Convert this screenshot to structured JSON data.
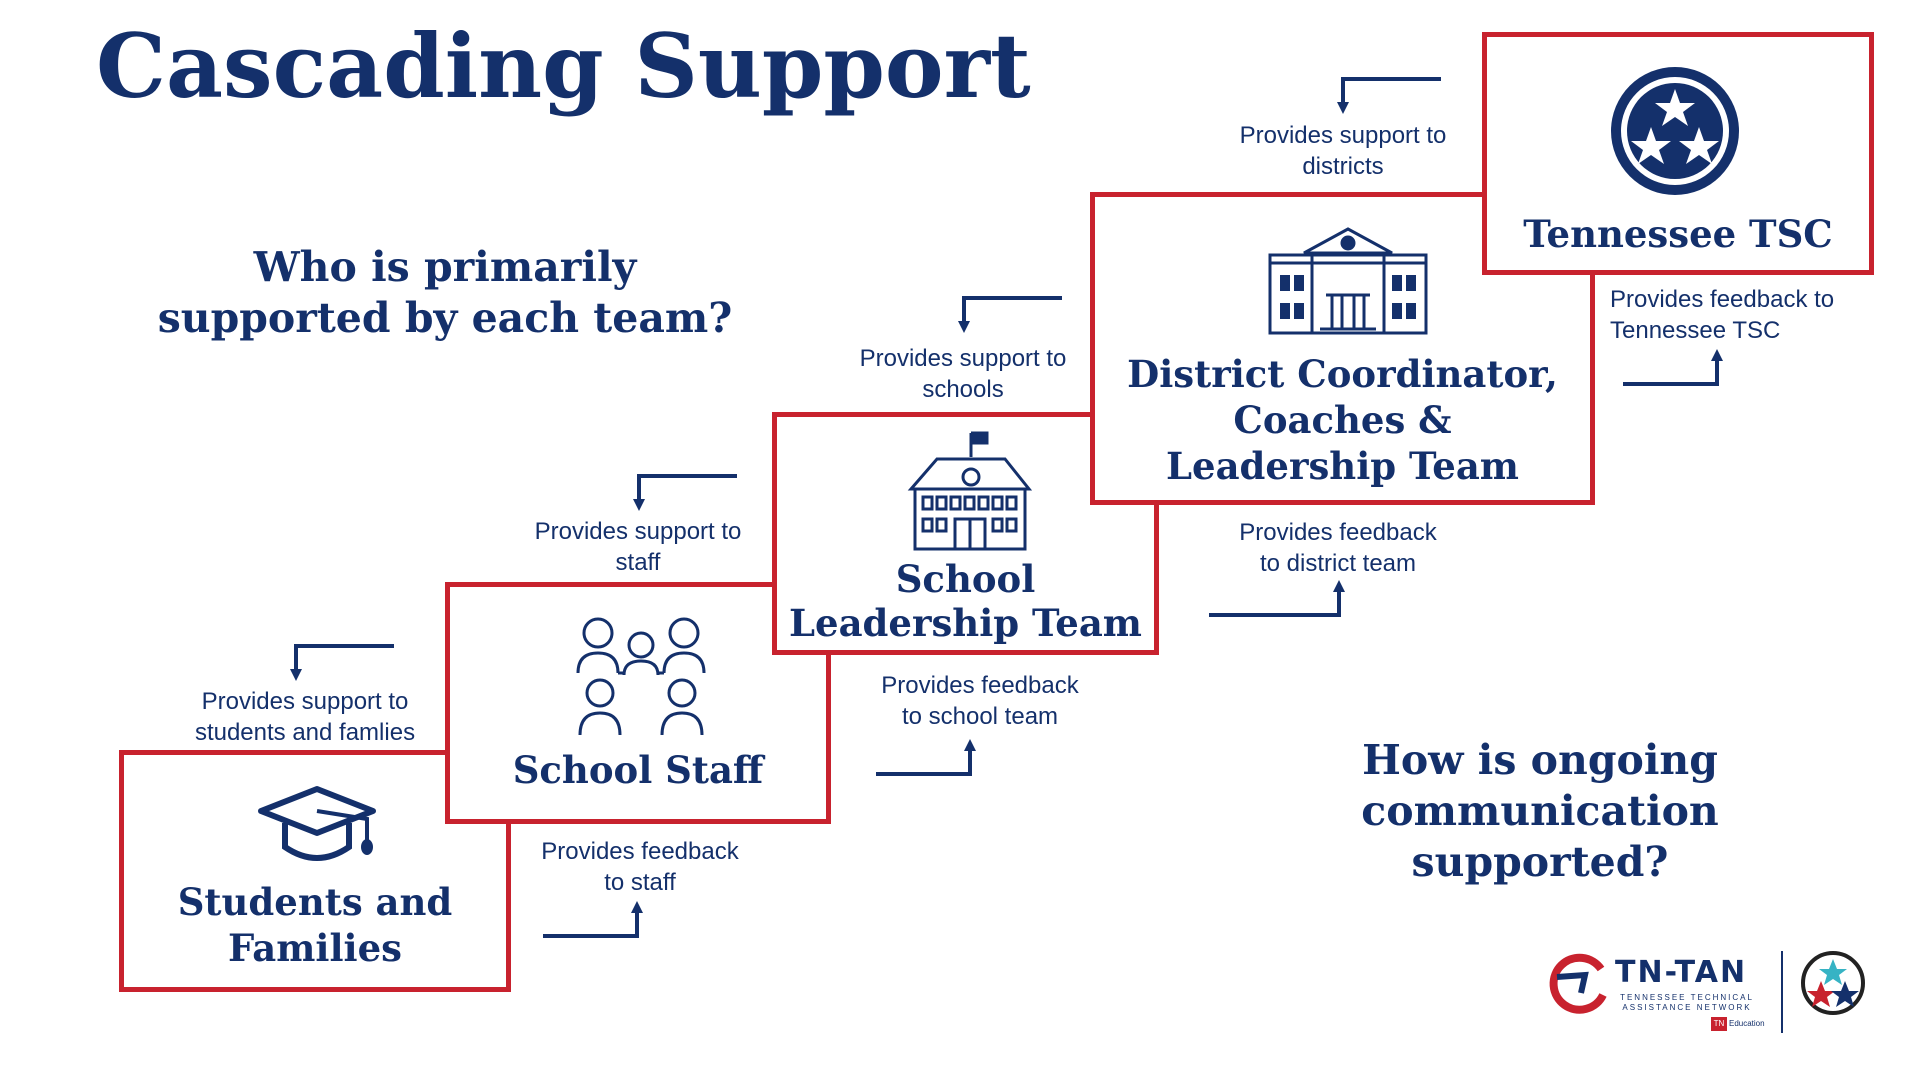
{
  "title": "Cascading Support",
  "questions": {
    "primary": "Who is primarily supported by each team?",
    "communication": "How is ongoing communication supported?"
  },
  "boxes": {
    "students": "Students and Families",
    "staff": "School Staff",
    "school_leadership": "School Leadership Team",
    "district": "District Coordinator, Coaches & Leadership Team",
    "tsc": "Tennessee TSC"
  },
  "notes": {
    "support_students": "Provides support to students and famlies",
    "support_staff": "Provides support to staff",
    "support_schools": "Provides support to schools",
    "support_districts": "Provides support to districts",
    "feedback_staff": "Provides feedback to staff",
    "feedback_school_team": "Provides feedback to school team",
    "feedback_district_team": "Provides feedback to district team",
    "feedback_tsc": "Provides feedback to Tennessee TSC"
  },
  "logo": {
    "name": "TN-TAN",
    "subtitle": "TENNESSEE TECHNICAL ASSISTANCE NETWORK",
    "badge": "TN",
    "dept": "Education"
  },
  "icons": {
    "students": "graduation-cap-icon",
    "staff": "people-group-icon",
    "school_leadership": "school-building-icon",
    "district": "district-building-icon",
    "tsc": "tennessee-stars-icon"
  },
  "colors": {
    "navy": "#14306b",
    "red": "#c8222e",
    "teal": "#36b3c4"
  }
}
